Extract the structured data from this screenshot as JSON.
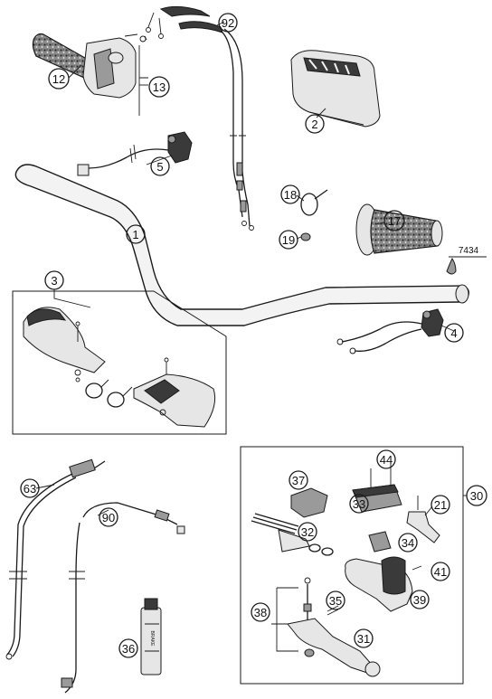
{
  "parts": [
    {
      "id": "p1",
      "label": "1"
    },
    {
      "id": "p2",
      "label": "2"
    },
    {
      "id": "p3",
      "label": "3"
    },
    {
      "id": "p4",
      "label": "4"
    },
    {
      "id": "p5",
      "label": "5"
    },
    {
      "id": "p12",
      "label": "12"
    },
    {
      "id": "p13",
      "label": "13"
    },
    {
      "id": "p17",
      "label": "17"
    },
    {
      "id": "p18",
      "label": "18"
    },
    {
      "id": "p19",
      "label": "19"
    },
    {
      "id": "p21",
      "label": "21"
    },
    {
      "id": "p30",
      "label": "30"
    },
    {
      "id": "p31",
      "label": "31"
    },
    {
      "id": "p32",
      "label": "32"
    },
    {
      "id": "p33",
      "label": "33"
    },
    {
      "id": "p34",
      "label": "34"
    },
    {
      "id": "p35",
      "label": "35"
    },
    {
      "id": "p36",
      "label": "36"
    },
    {
      "id": "p37",
      "label": "37"
    },
    {
      "id": "p38",
      "label": "38"
    },
    {
      "id": "p39",
      "label": "39"
    },
    {
      "id": "p41",
      "label": "41"
    },
    {
      "id": "p44",
      "label": "44"
    },
    {
      "id": "p63",
      "label": "63"
    },
    {
      "id": "p90",
      "label": "90"
    },
    {
      "id": "p92",
      "label": "92"
    }
  ],
  "reference_number": "7434"
}
